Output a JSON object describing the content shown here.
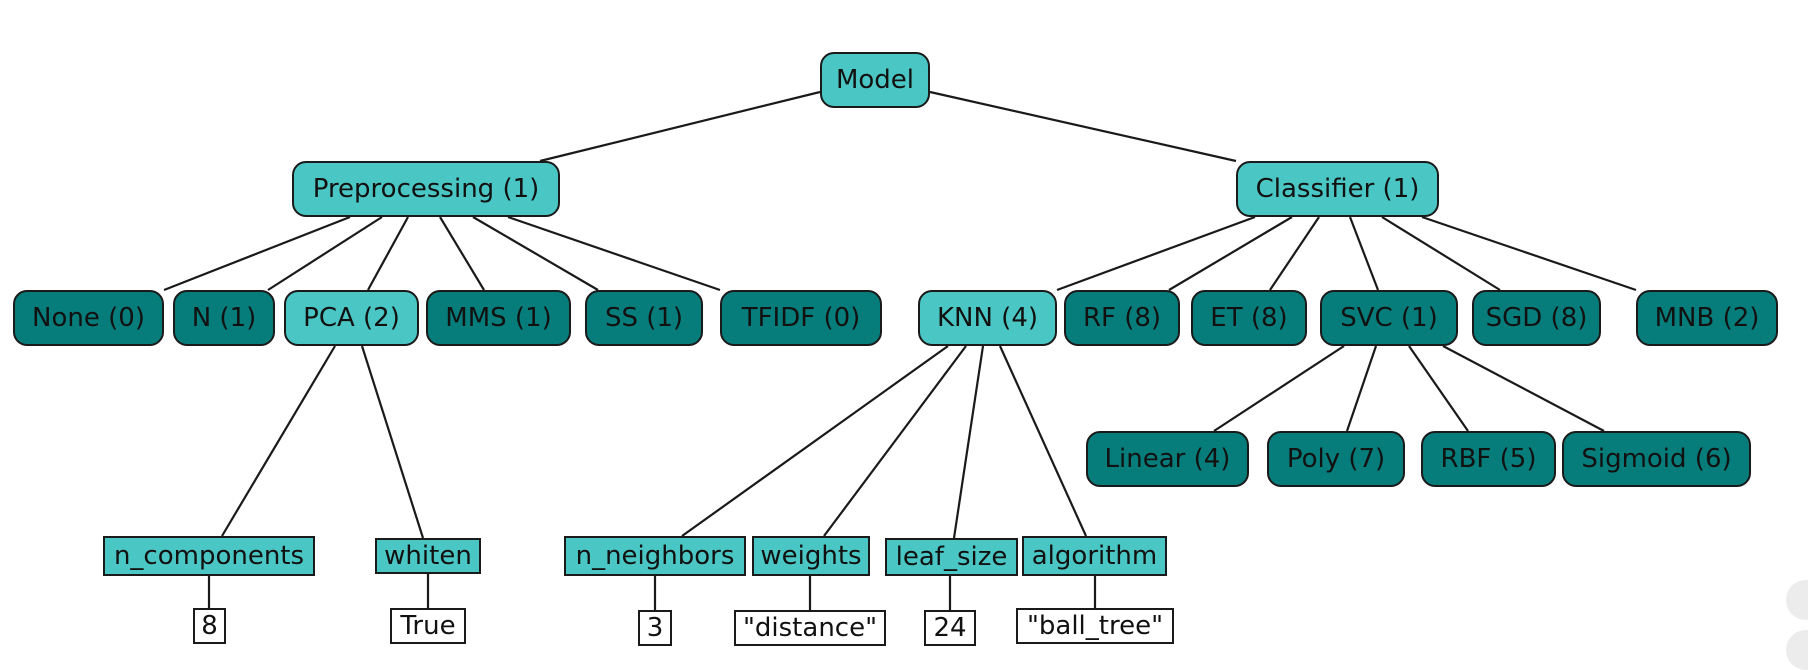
{
  "colors": {
    "expanded": "#4ac7c4",
    "collapsed": "#077d7b",
    "value": "#ffffff",
    "line": "#1a1a1a"
  },
  "tree": {
    "root": "Model",
    "preprocessing": {
      "label": "Preprocessing (1)",
      "options": [
        "None (0)",
        "N (1)",
        "PCA (2)",
        "MMS (1)",
        "SS (1)",
        "TFIDF (0)"
      ],
      "pca_params": [
        {
          "name": "n_components",
          "value": "8"
        },
        {
          "name": "whiten",
          "value": "True"
        }
      ]
    },
    "classifier": {
      "label": "Classifier (1)",
      "options": [
        "KNN (4)",
        "RF (8)",
        "ET (8)",
        "SVC (1)",
        "SGD (8)",
        "MNB (2)"
      ],
      "knn_params": [
        {
          "name": "n_neighbors",
          "value": "3"
        },
        {
          "name": "weights",
          "value": "\"distance\""
        },
        {
          "name": "leaf_size",
          "value": "24"
        },
        {
          "name": "algorithm",
          "value": "\"ball_tree\""
        }
      ],
      "svc_kernels": [
        "Linear (4)",
        "Poly (7)",
        "RBF (5)",
        "Sigmoid (6)"
      ]
    }
  }
}
